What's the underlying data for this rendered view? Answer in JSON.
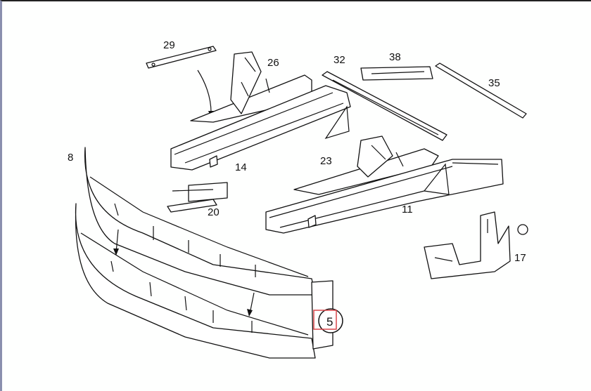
{
  "diagram": {
    "labels": {
      "p29": "29",
      "p26": "26",
      "p32": "32",
      "p38": "38",
      "p35": "35",
      "p8": "8",
      "p14": "14",
      "p23": "23",
      "p20": "20",
      "p11": "11",
      "p17": "17",
      "p5": "5"
    },
    "selected_part": "5",
    "highlight_color": "#d9464a"
  }
}
